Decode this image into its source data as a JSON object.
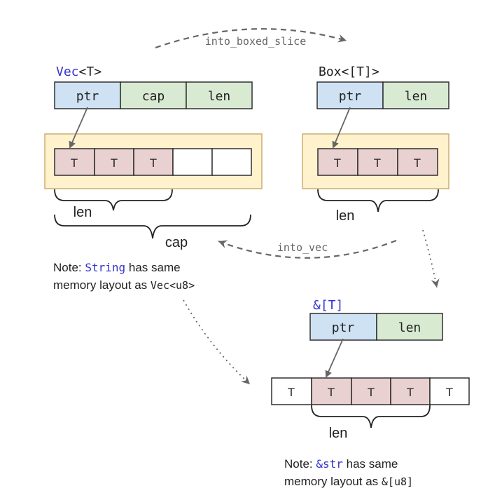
{
  "vec": {
    "title_name": "Vec",
    "title_param": "<T>",
    "fields": [
      "ptr",
      "cap",
      "len"
    ],
    "elems": [
      "T",
      "T",
      "T",
      "",
      ""
    ],
    "len_label": "len",
    "cap_label": "cap"
  },
  "box": {
    "title": "Box<[T]>",
    "fields": [
      "ptr",
      "len"
    ],
    "elems": [
      "T",
      "T",
      "T"
    ],
    "len_label": "len"
  },
  "slice": {
    "title": "&[T]",
    "fields": [
      "ptr",
      "len"
    ],
    "elems": [
      "T",
      "T",
      "T",
      "T",
      "T"
    ],
    "len_label": "len"
  },
  "arrows": {
    "into_boxed_slice": "into_boxed_slice",
    "into_vec": "into_vec"
  },
  "notes": {
    "string": {
      "pre": "Note: ",
      "code": "String",
      "post": " has same",
      "line2_pre": "memory layout as ",
      "line2_code": "Vec<u8>"
    },
    "str": {
      "pre": "Note: ",
      "code": "&str",
      "post": " has same",
      "line2_pre": "memory layout as ",
      "line2_code": "&[u8]"
    }
  },
  "colors": {
    "ptr": "#cfe2f3",
    "len": "#d9ead3",
    "cap": "#d9ead3",
    "heap_bg": "#fff2cc",
    "heap_border": "#c9a86a",
    "elem": "#ead1d1",
    "code_blue": "#3333cc",
    "arrow_gray": "#666666"
  }
}
